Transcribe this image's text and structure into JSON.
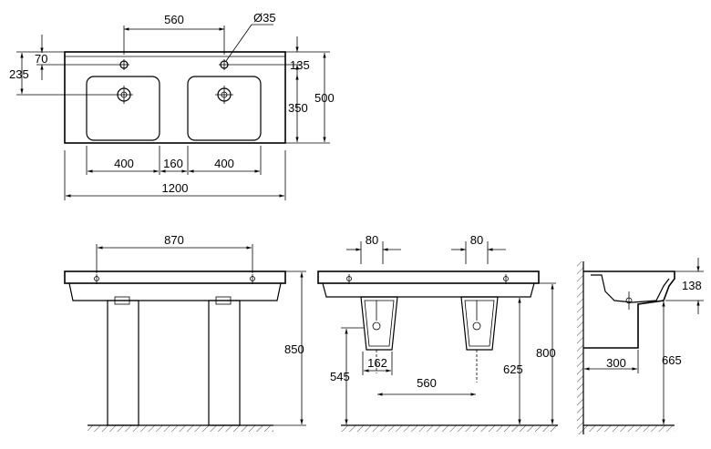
{
  "top_view": {
    "overall_width": "1200",
    "tap_spacing": "560",
    "tap_hole_diameter": "Ø35",
    "left_offset_70": "70",
    "left_offset_235": "235",
    "depth_total": "500",
    "depth_135": "135",
    "depth_350": "350",
    "bowl_left": "400",
    "bowl_gap": "160",
    "bowl_right": "400"
  },
  "front_pedestal_view": {
    "pedestal_spacing": "870",
    "total_height": "850"
  },
  "front_wall_view": {
    "trap_width_left": "80",
    "trap_width_right": "80",
    "trap_base": "162",
    "trap_spacing": "560",
    "height_545": "545",
    "height_625": "625",
    "height_800": "800"
  },
  "side_view": {
    "rim_height": "138",
    "projection": "300",
    "height_665": "665"
  }
}
